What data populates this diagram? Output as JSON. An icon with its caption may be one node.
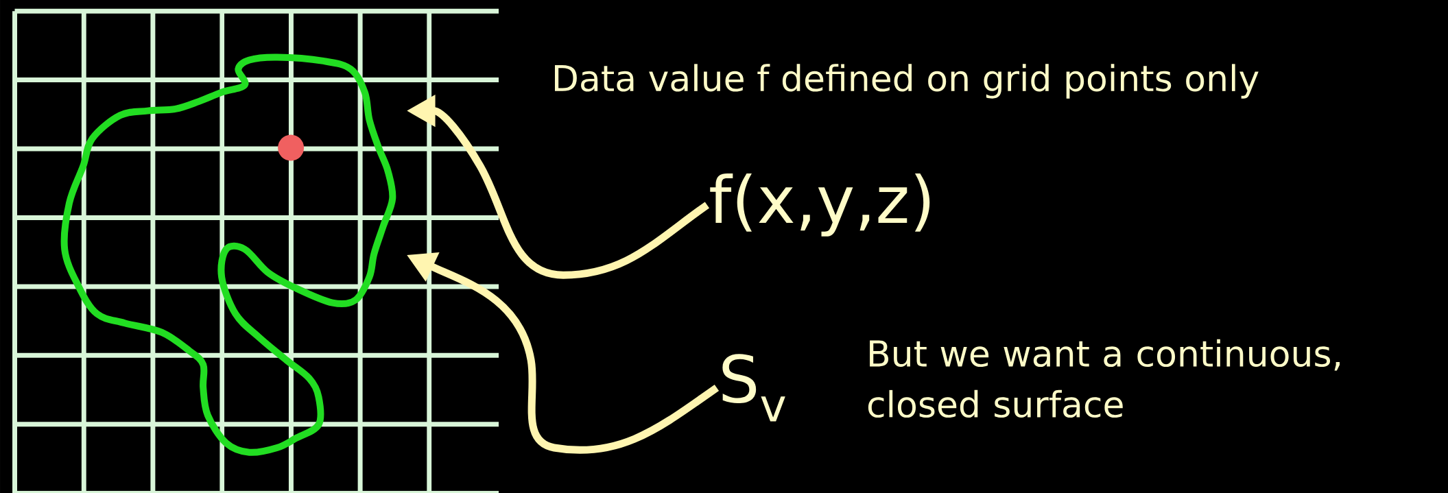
{
  "diagram": {
    "nodes": [
      {
        "text": [
          "f(x,y,z)"
        ]
      },
      {
        "text": [
          "S$_{v}$"
        ]
      },
      {
        "text": [],
        "shape": "curve"
      }
    ],
    "edges": [
      {
        "from": 0,
        "to": 2,
        "arrow": "to"
      },
      {
        "from": 1,
        "to": 2,
        "arrow": "to"
      }
    ],
    "labels": [
      "Data value f defined on grid points only",
      "But we want a continuous, closed surface"
    ]
  }
}
